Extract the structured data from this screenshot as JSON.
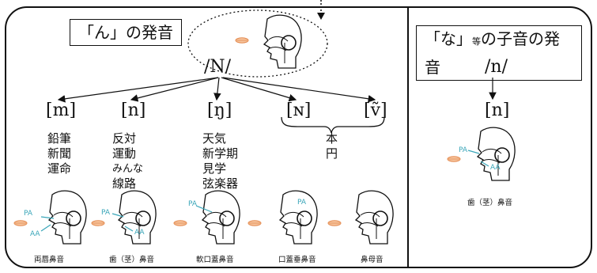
{
  "left_panel": {
    "title": "「ん」の発音",
    "phoneme": "/N/",
    "allophones": [
      {
        "symbol": "[m]",
        "words": [
          "鉛筆",
          "新聞",
          "運命"
        ],
        "caption": "両唇鼻音"
      },
      {
        "symbol": "[n]",
        "words": [
          "反対",
          "運動",
          "みんな",
          "線路"
        ],
        "caption": "歯（茎）鼻音"
      },
      {
        "symbol": "[ŋ]",
        "words": [
          "天気",
          "新学期",
          "見学",
          "弦楽器"
        ],
        "caption": "軟口蓋鼻音"
      },
      {
        "symbol": "[ɴ]",
        "words": [],
        "caption": "口蓋垂鼻音"
      },
      {
        "symbol": "[ṽ]",
        "words": [],
        "caption": "鼻母音"
      }
    ],
    "shared_words": [
      "本",
      "円"
    ],
    "labels": {
      "pa": "PA",
      "aa": "AA"
    }
  },
  "right_panel": {
    "title_pre": "「な」",
    "title_small": "等",
    "title_post": "の子音の発音",
    "phoneme": "/n/",
    "allophone": "[n]",
    "caption": "歯（茎）鼻音",
    "labels": {
      "pa": "PA",
      "aa": "AA"
    }
  },
  "colors": {
    "accent": "#3aa6b9",
    "lips": "#f2a36b",
    "line": "#111111"
  }
}
